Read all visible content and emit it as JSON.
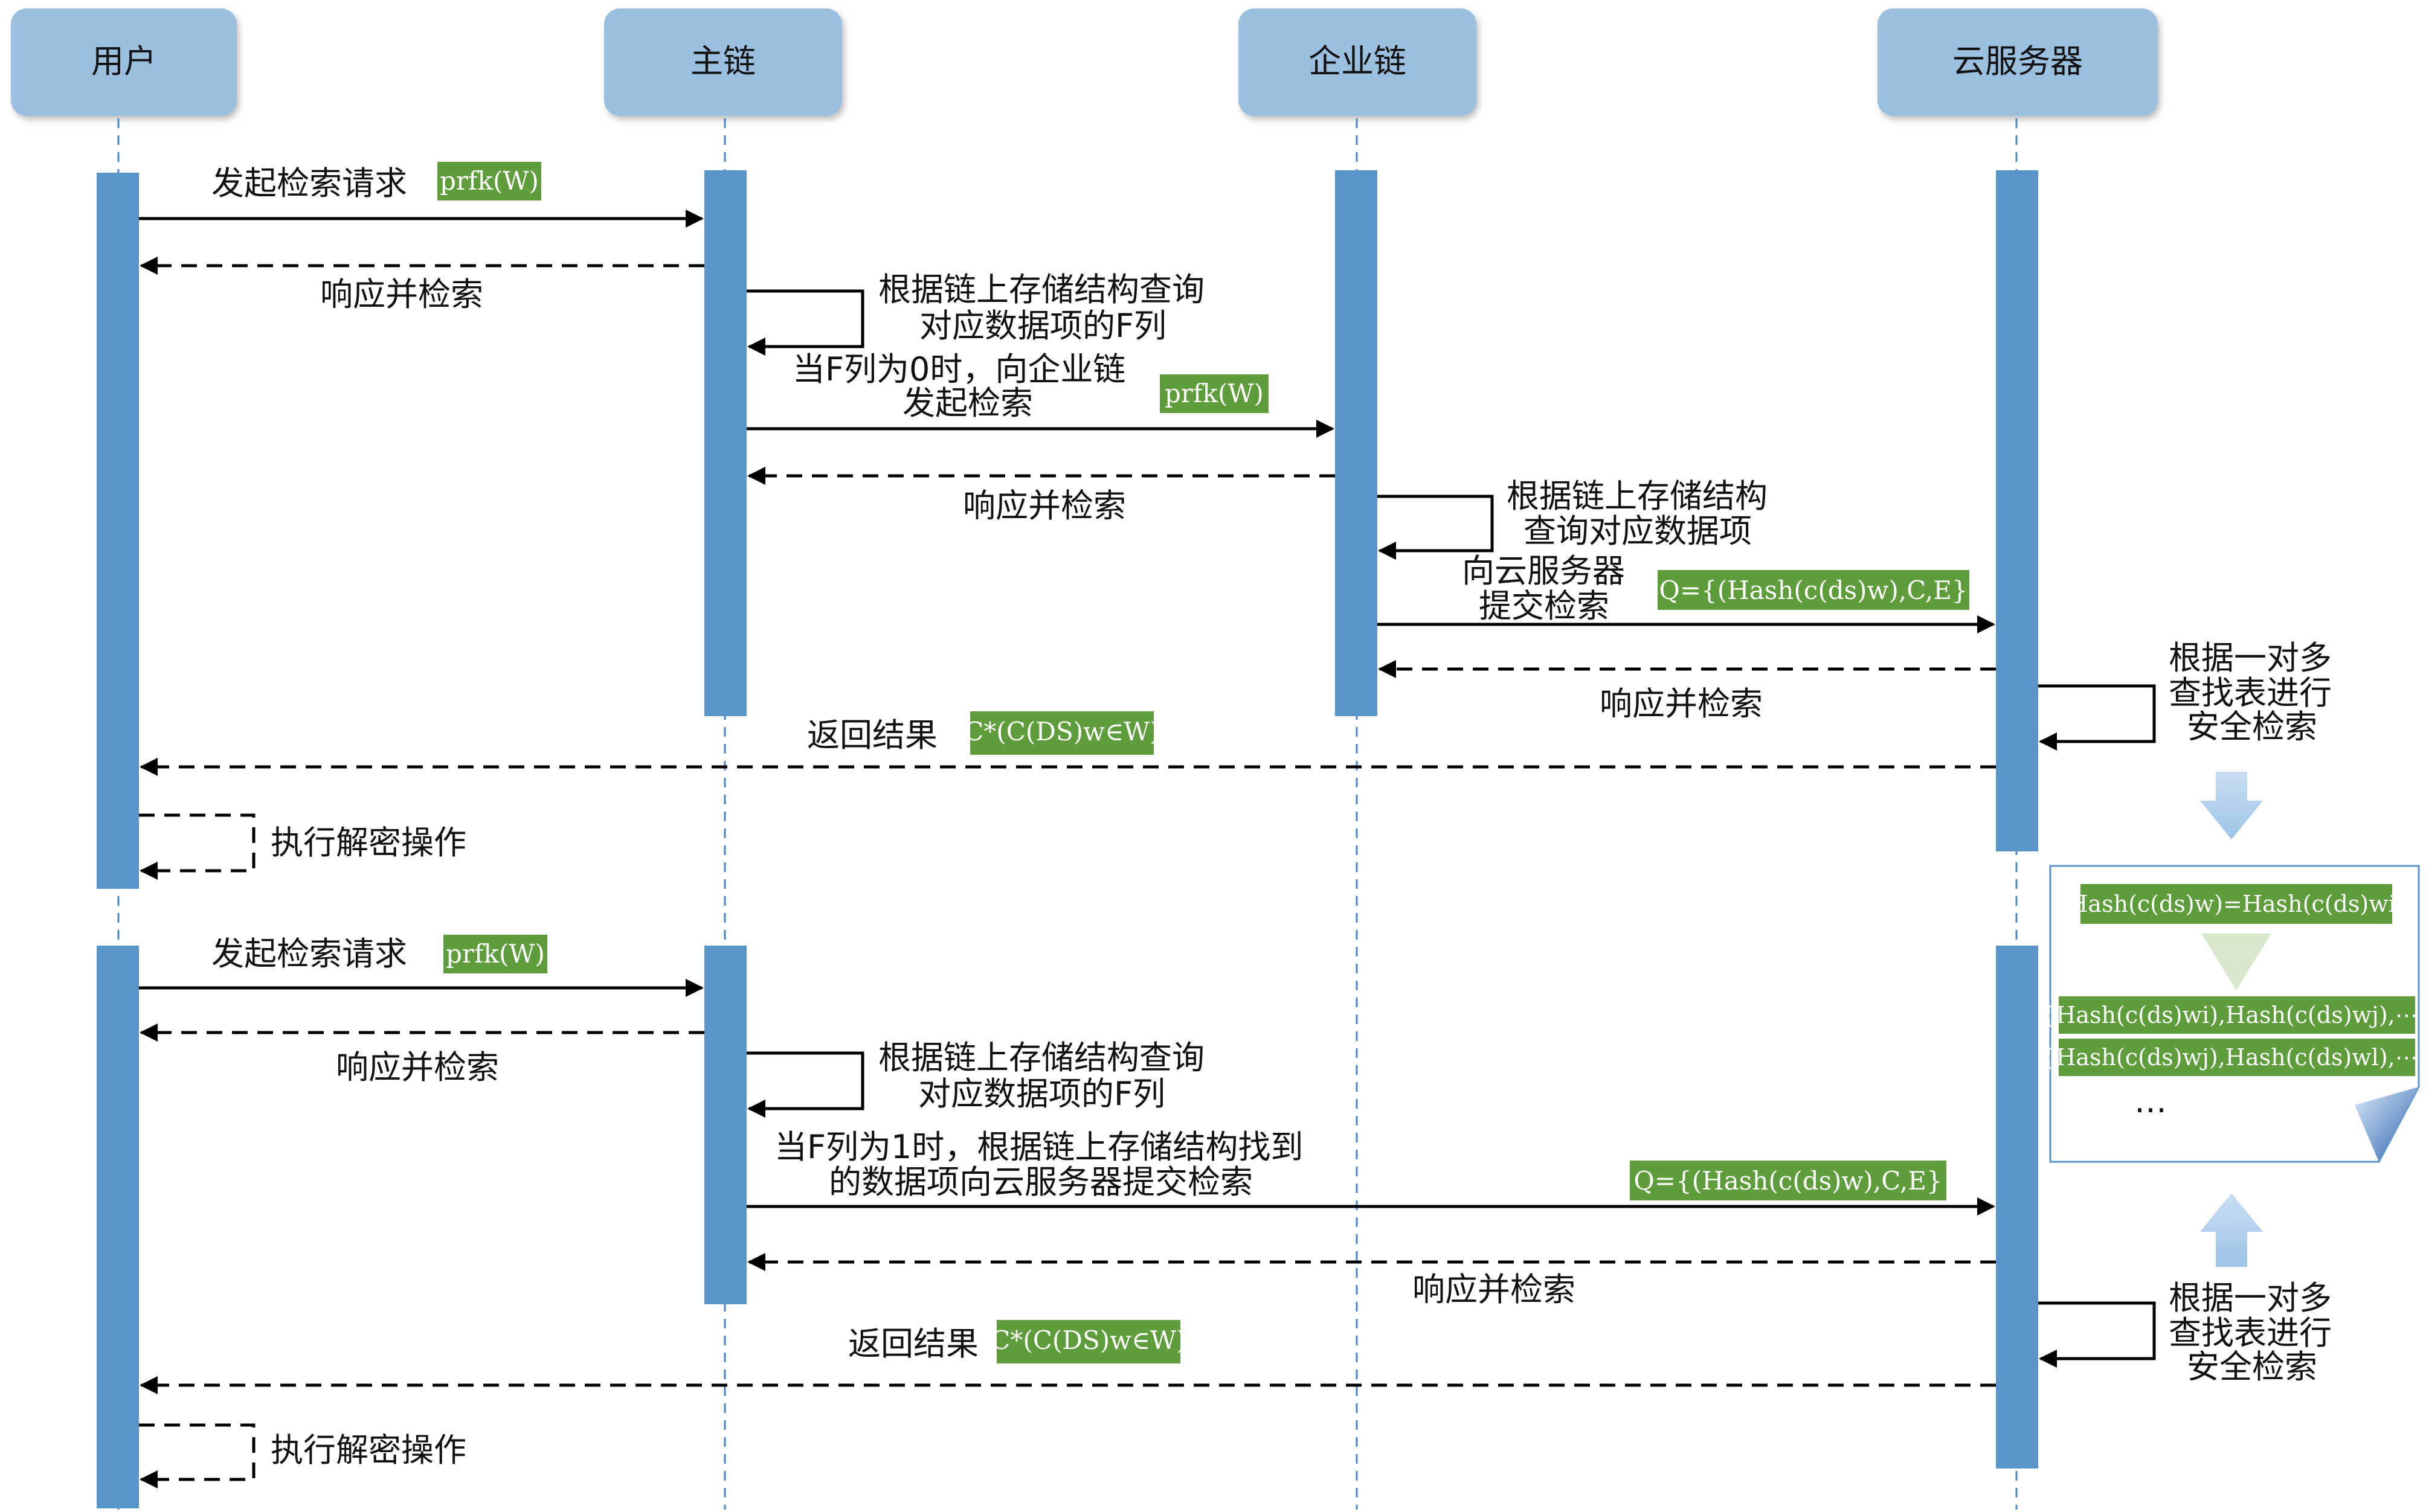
{
  "colors": {
    "actor_box": "#9bbfdf",
    "activation": "#5b94c9",
    "tag_green": "#5e9c3c",
    "lifeline": "#4a86c5"
  },
  "actors": {
    "user": "用户",
    "main_chain": "主链",
    "enterprise_chain": "企业链",
    "cloud_server": "云服务器"
  },
  "tags": {
    "prf1": "prfk(W)",
    "prf2": "prfk(W)",
    "prf3": "prfk(W)",
    "q1": "Q={(Hash(c(ds)w),C,E}",
    "q2": "Q={(Hash(c(ds)w),C,E}",
    "c1": "C*(C(DS)w∈W)",
    "c2": "C*(C(DS)w∈W)"
  },
  "messages": {
    "s1_send": "发起检索请求",
    "s1_resp_main": "响应并检索",
    "s1_self_main_1": "根据链上存储结构查询",
    "s1_self_main_2": "对应数据项的F列",
    "s1_to_ent_1": "当F列为0时，向企业链",
    "s1_to_ent_2": "发起检索",
    "s1_resp_ent": "响应并检索",
    "s1_self_ent_1": "根据链上存储结构",
    "s1_self_ent_2": "查询对应数据项",
    "s1_to_cloud_1": "向云服务器",
    "s1_to_cloud_2": "提交检索",
    "s1_resp_cloud": "响应并检索",
    "s1_cloud_self_1": "根据一对多",
    "s1_cloud_self_2": "查找表进行",
    "s1_cloud_self_3": "安全检索",
    "s1_return": "返回结果",
    "s1_decrypt": "执行解密操作",
    "s2_send": "发起检索请求",
    "s2_resp_main": "响应并检索",
    "s2_self_main_1": "根据链上存储结构查询",
    "s2_self_main_2": "对应数据项的F列",
    "s2_to_cloud_1": "当F列为1时，根据链上存储结构找到",
    "s2_to_cloud_2": "的数据项向云服务器提交检索",
    "s2_resp_cloud": "响应并检索",
    "s2_cloud_self_1": "根据一对多",
    "s2_cloud_self_2": "查找表进行",
    "s2_cloud_self_3": "安全检索",
    "s2_return": "返回结果",
    "s2_decrypt": "执行解密操作"
  },
  "lookup_table": {
    "row1": "Hash(c(ds)w)=Hash(c(ds)wi)",
    "row2": "{Hash(c(ds)wi),Hash(c(ds)wj),⋯}",
    "row3": "{Hash(c(ds)wj),Hash(c(ds)wl),⋯}",
    "ellipsis": "…"
  }
}
